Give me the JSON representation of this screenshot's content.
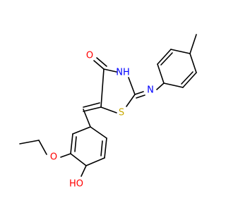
{
  "colors": {
    "background": "#ffffff",
    "bond": "#000000",
    "oxygen": "#ff0000",
    "nitrogen": "#0000ff",
    "sulfur": "#c8a800"
  },
  "atoms": {
    "ring_carbonyl_o": "O",
    "ring_nh": "NH",
    "imine_n": "N",
    "ring_s": "S",
    "ether_o": "O",
    "hydroxyl": "HO"
  }
}
